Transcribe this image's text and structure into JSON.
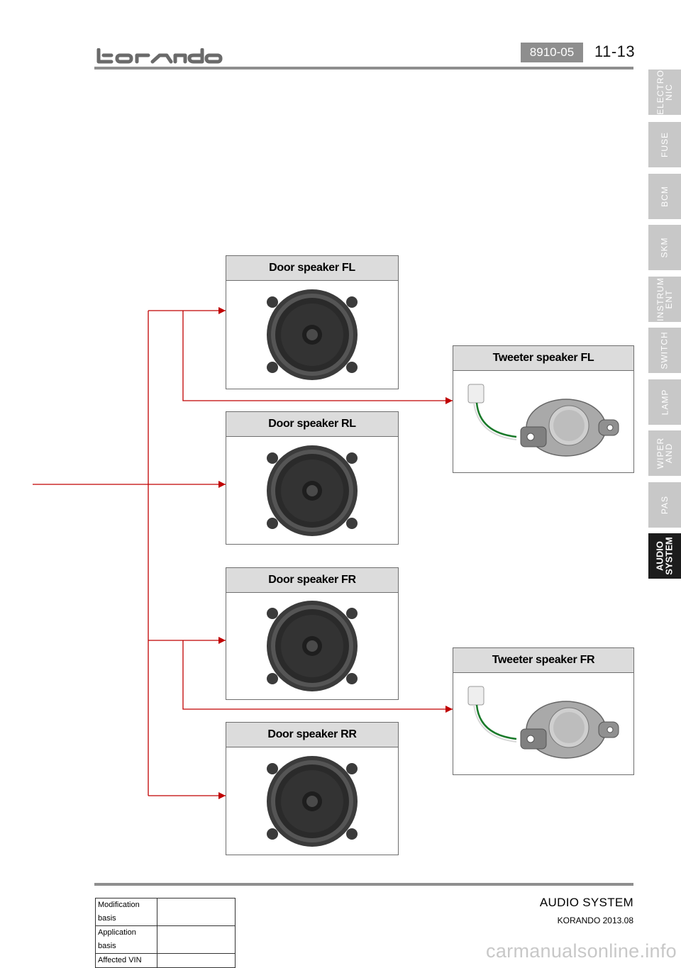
{
  "header": {
    "logo_text": "korando",
    "section_code": "8910-05",
    "page_number": "11-13"
  },
  "side_tabs": [
    {
      "label": "ELECTRO\nNIC",
      "active": false
    },
    {
      "label": "FUSE",
      "active": false
    },
    {
      "label": "BCM",
      "active": false
    },
    {
      "label": "SKM",
      "active": false
    },
    {
      "label": "INSTRUM\nENT",
      "active": false
    },
    {
      "label": "SWITCH",
      "active": false
    },
    {
      "label": "LAMP",
      "active": false
    },
    {
      "label": "WIPER\nAND",
      "active": false
    },
    {
      "label": "PAS",
      "active": false
    },
    {
      "label": "AUDIO\nSYSTEM",
      "active": true
    }
  ],
  "diagram": {
    "wire_color": "#c00000",
    "speakers": {
      "door_fl": "Door speaker FL",
      "door_rl": "Door speaker RL",
      "door_fr": "Door speaker FR",
      "door_rr": "Door speaker RR",
      "tweeter_fl": "Tweeter speaker FL",
      "tweeter_fr": "Tweeter speaker FR"
    }
  },
  "footer": {
    "modification_table": [
      {
        "label": "Modification basis",
        "value": ""
      },
      {
        "label": "Application basis",
        "value": ""
      },
      {
        "label": "Affected VIN",
        "value": ""
      }
    ],
    "section_title": "AUDIO SYSTEM",
    "model_date": "KORANDO 2013.08"
  },
  "watermark": "carmanualsonline.info"
}
